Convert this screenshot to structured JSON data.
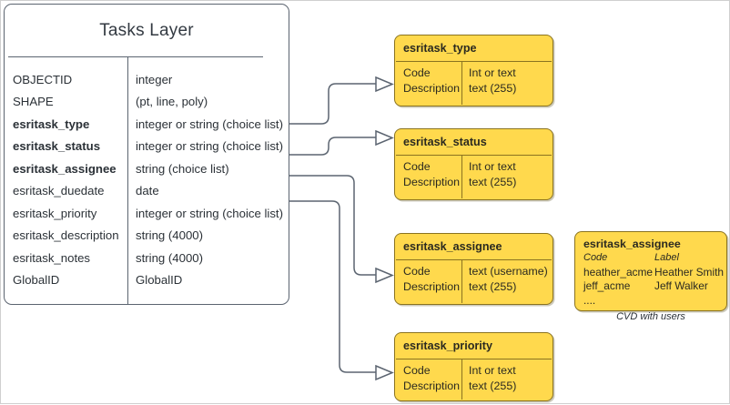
{
  "diagram": {
    "entity": {
      "title": "Tasks Layer",
      "fields": [
        {
          "name": "OBJECTID",
          "type": "integer",
          "bold": false
        },
        {
          "name": "SHAPE",
          "type": "(pt, line, poly)",
          "bold": false
        },
        {
          "name": "esritask_type",
          "type": "integer or string (choice list)",
          "bold": true
        },
        {
          "name": "esritask_status",
          "type": "integer or string (choice list)",
          "bold": true
        },
        {
          "name": "esritask_assignee",
          "type": "string (choice list)",
          "bold": true
        },
        {
          "name": "esritask_duedate",
          "type": "date",
          "bold": false
        },
        {
          "name": "esritask_priority",
          "type": "integer or string (choice list)",
          "bold": false
        },
        {
          "name": "esritask_description",
          "type": "string (4000)",
          "bold": false
        },
        {
          "name": "esritask_notes",
          "type": "string (4000)",
          "bold": false
        },
        {
          "name": "GlobalID",
          "type": "GlobalID",
          "bold": false
        }
      ]
    },
    "domains": [
      {
        "id": "type",
        "title": "esritask_type",
        "left_lines": [
          "Code",
          "Description"
        ],
        "right_lines": [
          "Int or text",
          "text (255)"
        ]
      },
      {
        "id": "status",
        "title": "esritask_status",
        "left_lines": [
          "Code",
          "Description"
        ],
        "right_lines": [
          "Int or text",
          "text (255)"
        ]
      },
      {
        "id": "assignee",
        "title": "esritask_assignee",
        "left_lines": [
          "Code",
          "Description"
        ],
        "right_lines": [
          "text  (username)",
          "text (255)"
        ]
      },
      {
        "id": "priority",
        "title": "esritask_priority",
        "left_lines": [
          "Code",
          "Description"
        ],
        "right_lines": [
          "Int or text",
          "text (255)"
        ]
      }
    ],
    "cvd": {
      "title": "esritask_assignee",
      "header": {
        "code": "Code",
        "label": "Label"
      },
      "rows": [
        {
          "code": "heather_acme",
          "label": "Heather Smith"
        },
        {
          "code": "jeff_acme",
          "label": "Jeff Walker"
        },
        {
          "code": "....",
          "label": ""
        }
      ],
      "caption": "CVD with users"
    },
    "colors": {
      "domain_fill": "#ffd94d",
      "domain_stroke": "#8a7320",
      "entity_stroke": "#5b6470",
      "text": "#2b3137",
      "canvas_border": "#cfcfcf"
    }
  }
}
